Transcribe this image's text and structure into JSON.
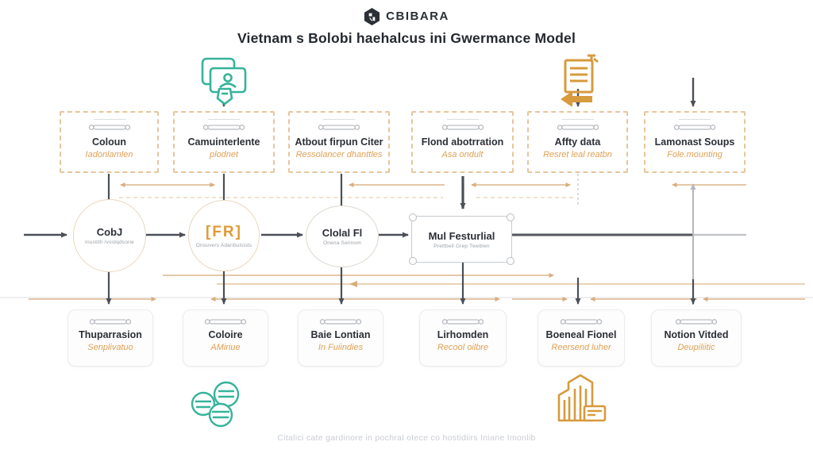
{
  "header": {
    "logo_text": "CBIBARA",
    "title": "Vietnam s Bolobi haehalcus ini Gwermance Model"
  },
  "top_boxes": [
    {
      "title": "Coloun",
      "subtitle": "Iadonlamlen"
    },
    {
      "title": "Camuinterlente",
      "subtitle": "plodnet"
    },
    {
      "title": "Atbout firpun Citer",
      "subtitle": "Ressolancer dhanttles"
    },
    {
      "title": "Flond abotrration",
      "subtitle": "Asa ondult"
    },
    {
      "title": "Affty data",
      "subtitle": "Resret leal reatbn"
    },
    {
      "title": "Lamonast Soups",
      "subtitle": "Fole.mounting"
    }
  ],
  "middle_nodes": [
    {
      "title": "CobJ",
      "subtitle": "Inustith /vostqdsorie"
    },
    {
      "glyph": "[FR]",
      "subtitle": "Onsuvers Adaribulsists"
    },
    {
      "title": "Clolal Fl",
      "subtitle": "Onena Sennom"
    },
    {
      "title": "Mul Festurlial",
      "subtitle": "Prettbell Grep Tweblen"
    }
  ],
  "bottom_boxes": [
    {
      "title": "Thuparrasion",
      "subtitle": "Senplivatuo"
    },
    {
      "title": "Coloire",
      "subtitle": "AMiriue"
    },
    {
      "title": "Baie Lontian",
      "subtitle": "In Fuiindies"
    },
    {
      "title": "Lirhomden",
      "subtitle": "Recool oilbre"
    },
    {
      "title": "Boeneal Fionel",
      "subtitle": "Reersend luher"
    },
    {
      "title": "Notion Vitded",
      "subtitle": "Deupiliitic"
    }
  ],
  "caption": "Citalici cate gardinore in pochral otece co hostidiirs Iniane Imonlib",
  "icons": {
    "logo": "hexagon-logo-icon",
    "top_left": "overlapping-windows-shield-icon",
    "top_right": "document-export-icon",
    "bottom_left": "chat-bubbles-icon",
    "bottom_right": "buildings-icon",
    "box_glyph": "chain-link-icon"
  },
  "colors": {
    "accent_orange": "#dfa155",
    "teal": "#36b39a",
    "icon_orange": "#d79a3d",
    "dark_text": "#2b2f36",
    "dark_line": "#4b5058",
    "orange_line": "#dcb68a",
    "gray_line": "#c3c6ca"
  }
}
